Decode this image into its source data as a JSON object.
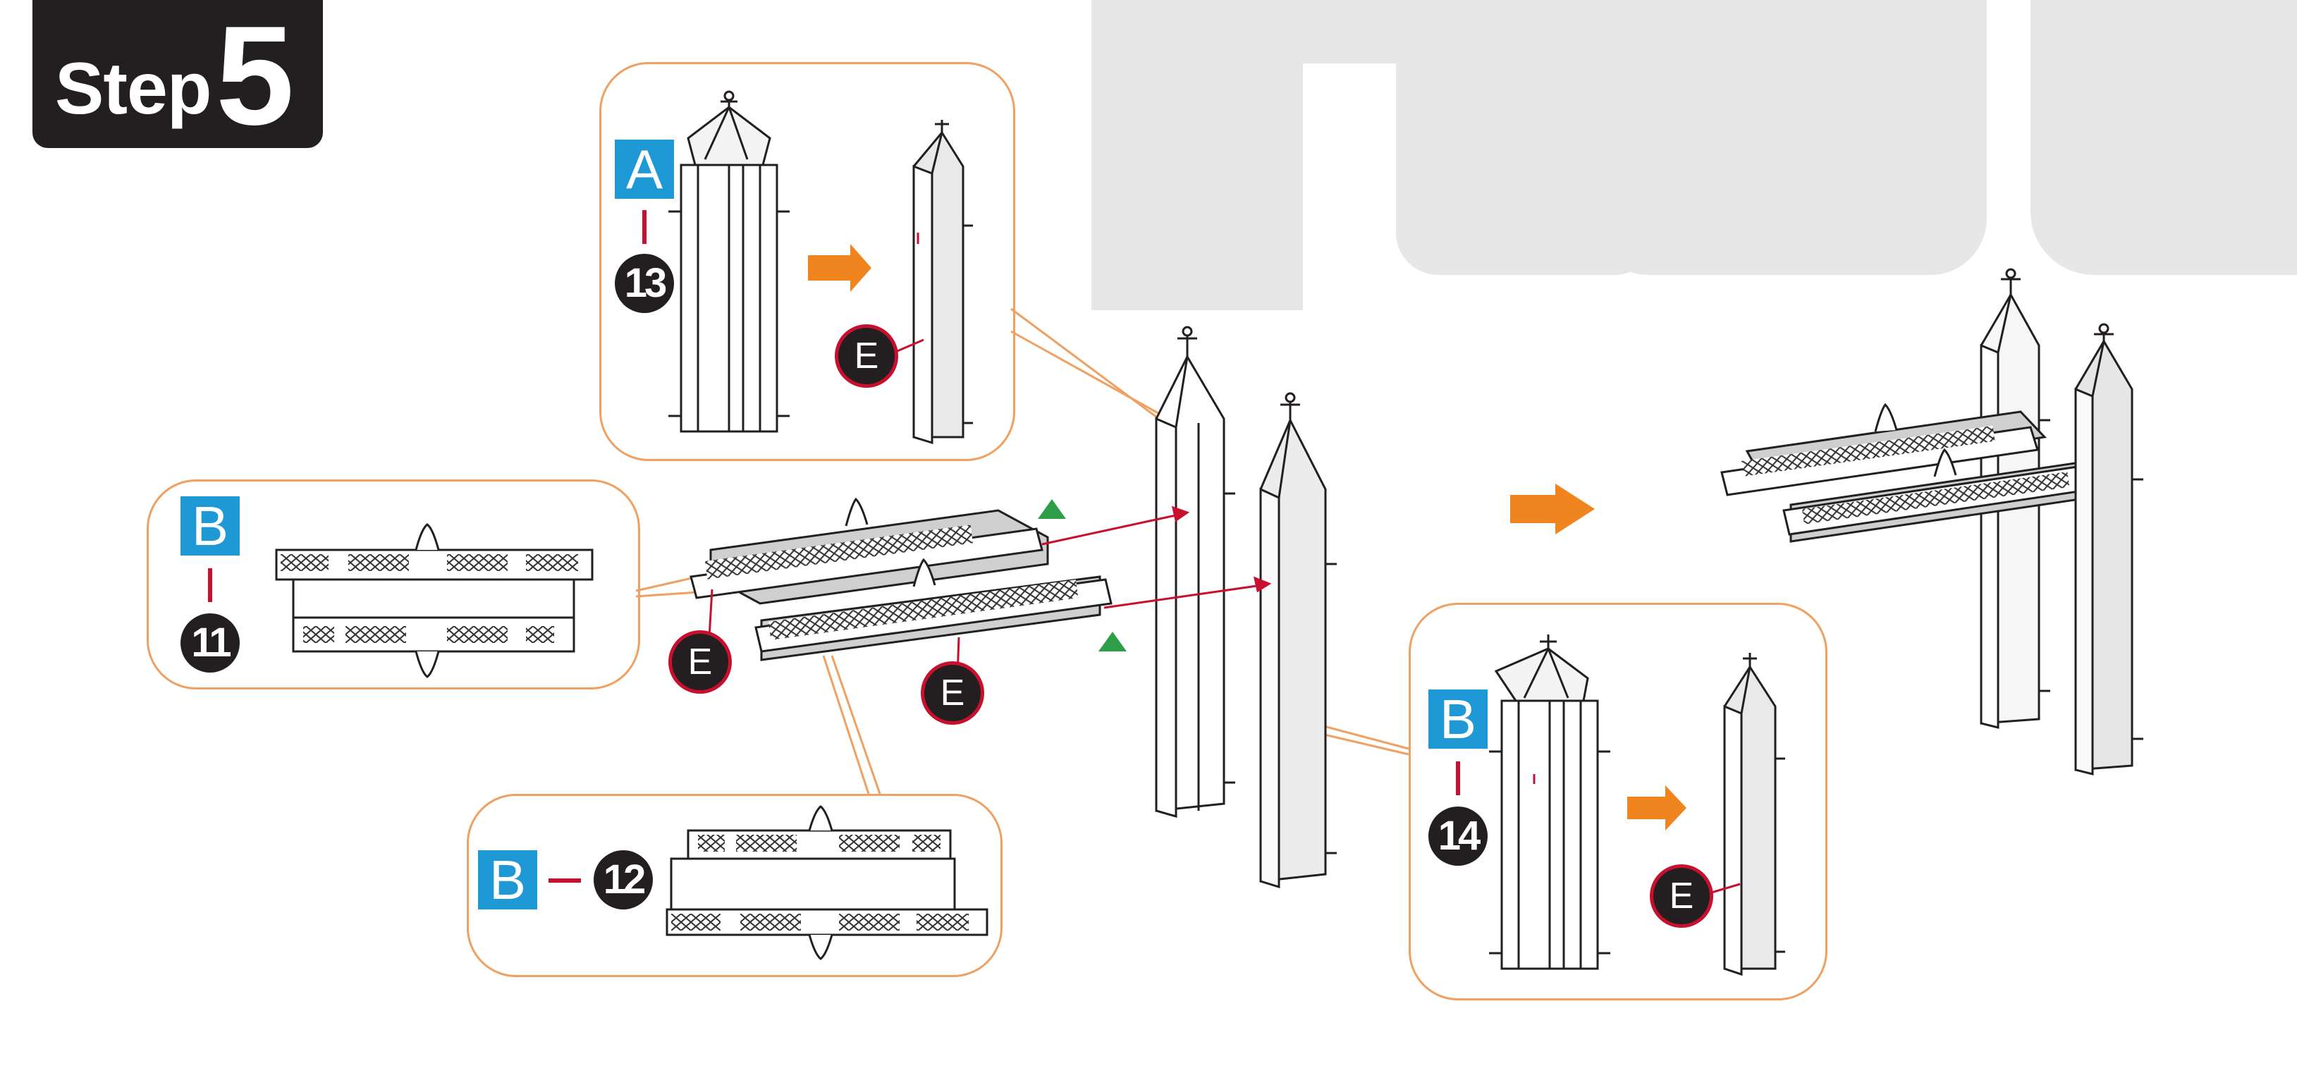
{
  "header": {
    "step_word": "Step",
    "step_number": "5"
  },
  "callouts": {
    "top": {
      "part_letter": "A",
      "part_number": "13",
      "part_marker": "E"
    },
    "left": {
      "part_letter": "B",
      "part_number": "11"
    },
    "bottom": {
      "part_letter": "B",
      "part_number": "12"
    },
    "right": {
      "part_letter": "B",
      "part_number": "14",
      "part_marker": "E"
    }
  },
  "assembly": {
    "marker_left": "E",
    "marker_mid": "E"
  },
  "colors": {
    "accent_orange": "#f0841f",
    "part_blue": "#1f98d6",
    "badge_black": "#231f20",
    "marker_red": "#c8102e",
    "guide_green": "#2e9e48",
    "watermark_gray": "#e7e7e7"
  },
  "icons": [
    "next-arrow-icon",
    "cross-finial-icon",
    "triangle-marker-icon"
  ]
}
